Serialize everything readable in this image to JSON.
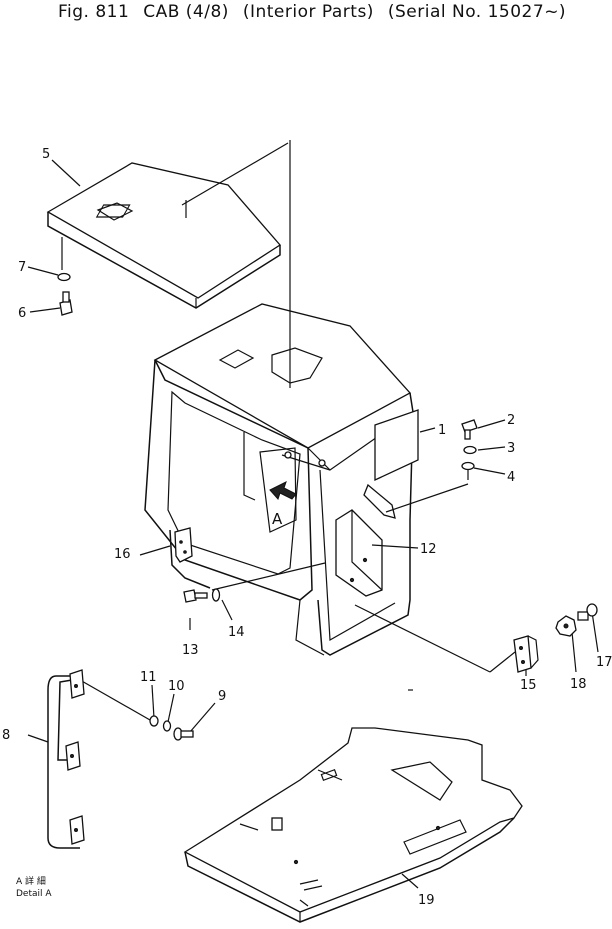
{
  "header": {
    "fig": "Fig. 811",
    "name": "CAB (4/8)",
    "section": "(Interior Parts)",
    "serial": "(Serial No. 15027~)"
  },
  "callouts": {
    "c1": "1",
    "c2": "2",
    "c3": "3",
    "c4": "4",
    "c5": "5",
    "c6": "6",
    "c7": "7",
    "c8": "8",
    "c9": "9",
    "c10": "10",
    "c11": "11",
    "c12": "12",
    "c13": "13",
    "c14": "14",
    "c15": "15",
    "c16": "16",
    "c17": "17",
    "c18": "18",
    "c19": "19"
  },
  "view_label": "A",
  "detail": {
    "line1": "A 詳 細",
    "line2": "Detail A"
  }
}
